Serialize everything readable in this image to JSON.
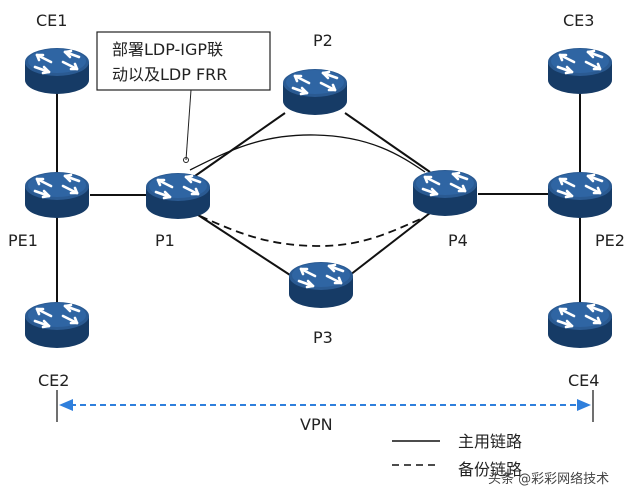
{
  "callout": {
    "line1": "部署LDP-IGP联",
    "line2": "动以及LDP FRR"
  },
  "nodes": {
    "ce1": "CE1",
    "ce2": "CE2",
    "ce3": "CE3",
    "ce4": "CE4",
    "pe1": "PE1",
    "pe2": "PE2",
    "p1": "P1",
    "p2": "P2",
    "p3": "P3",
    "p4": "P4"
  },
  "vpn_label": "VPN",
  "legend": {
    "primary": "主用链路",
    "backup": "备份链路"
  },
  "watermark": "头条 @彩彩网络技术",
  "colors": {
    "router_top": "#2a5a92",
    "router_body": "#163b66",
    "vpn_arrow": "#2f7fdc"
  },
  "icon": "router-icon"
}
